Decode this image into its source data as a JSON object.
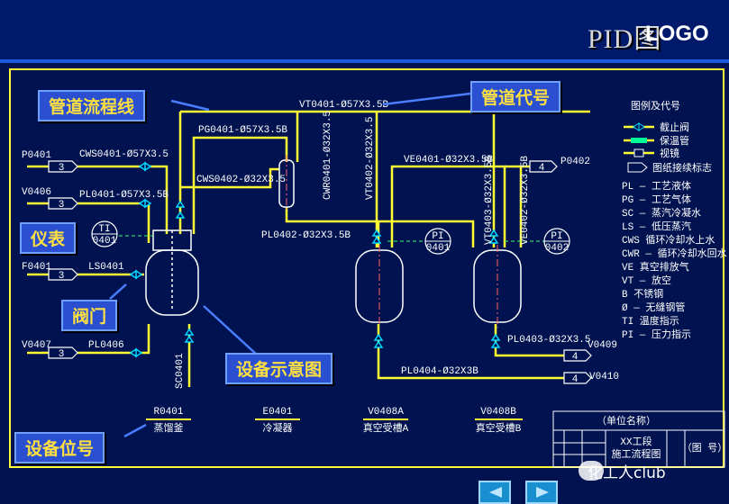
{
  "header": {
    "title": "PID图",
    "logo": "LOGO"
  },
  "callouts": {
    "pipeline_flow": "管道流程线",
    "pipeline_code": "管道代号",
    "instrument": "仪表",
    "valve": "阀门",
    "equipment_schematic": "设备示意图",
    "equipment_tag": "设备位号"
  },
  "pipe_labels": {
    "vt0401": "VT0401-Ø57X3.5B",
    "pg0401": "PG0401-Ø57X3.5B",
    "cws0401": "CWS0401-Ø57X3.5",
    "cws0402": "CWS0402-Ø32X3.5",
    "pl0401": "PL0401-Ø57X3.5B",
    "ls0401": "LS0401",
    "pl0406": "PL0406",
    "cwr0401": "CWR0401-Ø32X3.5",
    "vt0402": "VT0402-Ø32X3.5",
    "pl0402": "PL0402-Ø32X3.5B",
    "ve0401": "VE0401-Ø32X3.5B",
    "vt0403": "VT0403-Ø32X3.5B",
    "ve0402": "VE0402-Ø32X3.5B",
    "pl0403": "PL0403-Ø32X3.5",
    "pl0404": "PL0404-Ø32X3B",
    "sc0401": "SC0401"
  },
  "connectors": {
    "p0401": {
      "tag": "P0401",
      "num": "3"
    },
    "v0406": {
      "tag": "V0406",
      "num": "3"
    },
    "f0401": {
      "tag": "F0401",
      "num": "3"
    },
    "v0407": {
      "tag": "V0407",
      "num": "3"
    },
    "p0402": {
      "tag": "P0402",
      "num": "4"
    },
    "v0409": {
      "tag": "V0409",
      "num": "4"
    },
    "v0410": {
      "tag": "V0410",
      "num": "4"
    }
  },
  "instruments": {
    "ti": {
      "top": "TI",
      "bottom": "0401"
    },
    "pi1": {
      "top": "PI",
      "bottom": "0401"
    },
    "pi2": {
      "top": "PI",
      "bottom": "0402"
    }
  },
  "equipment": [
    {
      "tag": "R0401",
      "name": "蒸馏釜"
    },
    {
      "tag": "E0401",
      "name": "冷凝器"
    },
    {
      "tag": "V0408A",
      "name": "真空受槽A"
    },
    {
      "tag": "V0408B",
      "name": "真空受槽B"
    }
  ],
  "legend": {
    "title": "图例及代号",
    "symbols": [
      "截止阀",
      "保温管",
      "视镜",
      "图纸接续标志"
    ],
    "codes": [
      "PL — 工艺液体",
      "PG — 工艺气体",
      "SC — 蒸汽冷凝水",
      "LS — 低压蒸汽",
      "CWS  循环冷却水上水",
      "CWR — 循环冷却水回水",
      "VE  真空排放气",
      "VT — 放空",
      "B  不锈钢",
      "Ø — 无缝钢管",
      "TI  温度指示",
      "PI — 压力指示"
    ]
  },
  "title_block": {
    "unit_name": "（单位名称）",
    "project": "XX工段",
    "drawing": "施工流程图",
    "drawing_no": "（图  号）"
  },
  "watermark": "化工人club",
  "colors": {
    "background": "#00124f",
    "pipe": "#ffff33",
    "callout_bg": "#2a4fd0",
    "callout_text": "#ffe040",
    "equipment": "#ffffff",
    "valve": "#00d8ff"
  }
}
